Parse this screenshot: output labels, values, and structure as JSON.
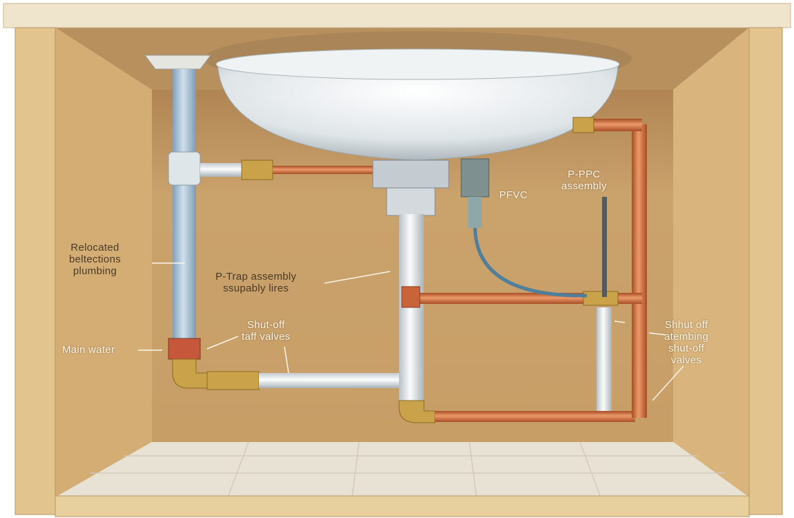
{
  "colors": {
    "cabinet_frame": "#e2c48e",
    "back_wall": "#c9a06a",
    "side_wall": "#d2ae78",
    "floor": "#e9e3d6",
    "pvc_blue": "#a9c3d8",
    "pvc_white": "#e8ecee",
    "copper": "#d4703e",
    "brass": "#c9a24a"
  },
  "labels": {
    "relocated": [
      "Relocated",
      "beltections",
      "plumbing"
    ],
    "ptrap": [
      "P-Trap assembly",
      "ssupably lires"
    ],
    "pfvc": "PFVC",
    "pppc": [
      "P-PPC",
      "assembly"
    ],
    "main_water": "Main water",
    "shutoff_left": [
      "Shut-off",
      "taff valves"
    ],
    "shutoff_right": [
      "Shhut off",
      "atembing",
      "shut-off",
      "valves"
    ]
  }
}
